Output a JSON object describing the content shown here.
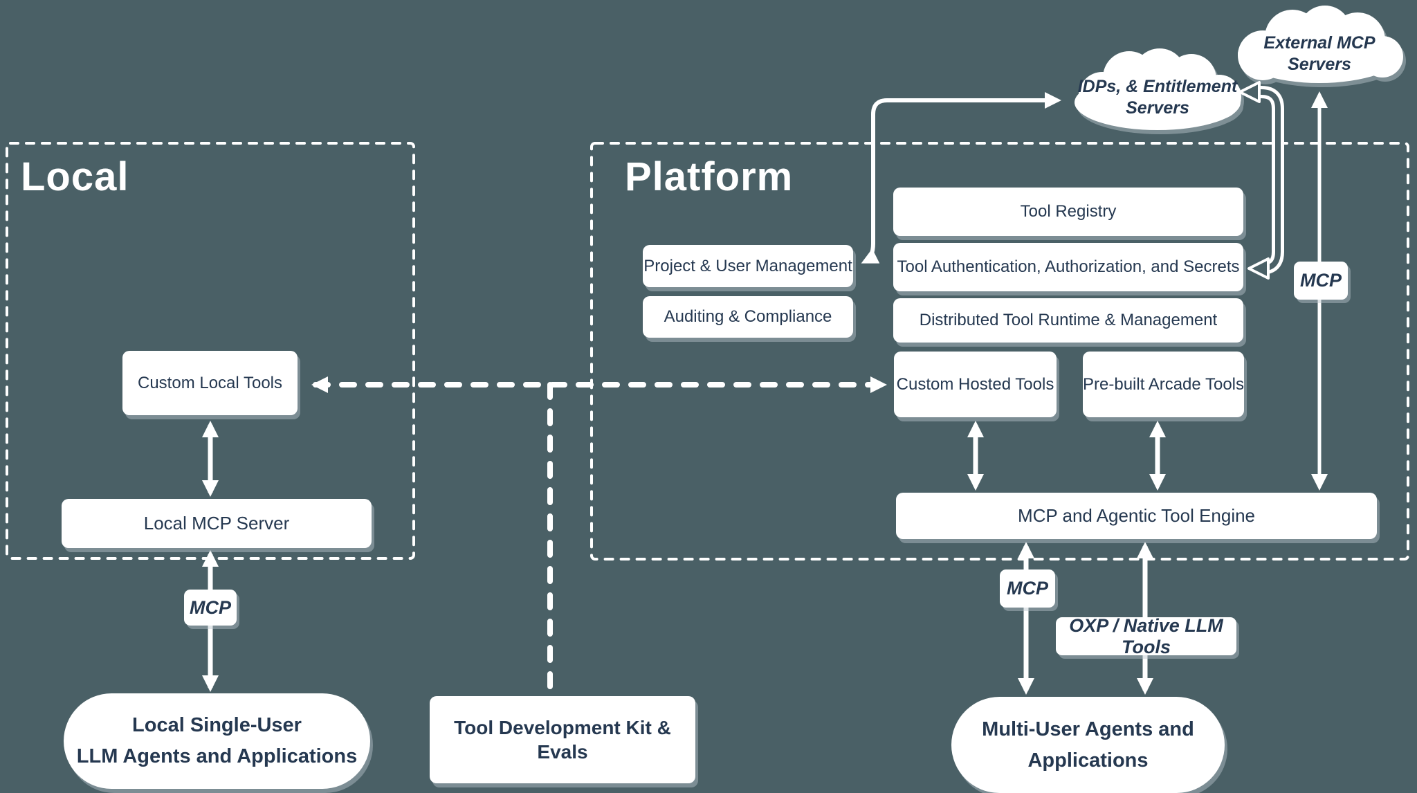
{
  "regions": {
    "local": {
      "label": "Local"
    },
    "platform": {
      "label": "Platform"
    }
  },
  "clouds": {
    "external": {
      "label": "External MCP Servers"
    },
    "idps": {
      "line1": "IDPs, & Entitlement",
      "line2": "Servers"
    }
  },
  "boxes": {
    "tool_registry": {
      "label": "Tool Registry"
    },
    "tool_auth": {
      "label": "Tool Authentication, Authorization, and Secrets"
    },
    "distributed_runtime": {
      "label": "Distributed Tool Runtime & Management"
    },
    "project_user": {
      "label": "Project & User Management"
    },
    "auditing": {
      "label": "Auditing & Compliance"
    },
    "custom_hosted": {
      "label": "Custom Hosted Tools"
    },
    "prebuilt_arcade": {
      "label": "Pre-built Arcade Tools"
    },
    "custom_local": {
      "label": "Custom Local Tools"
    },
    "local_mcp_server": {
      "label": "Local MCP Server"
    },
    "engine": {
      "label": "MCP and Agentic Tool Engine"
    },
    "tdk": {
      "label": "Tool Development Kit & Evals"
    }
  },
  "edge_labels": {
    "mcp_local": {
      "label": "MCP"
    },
    "mcp_platform": {
      "label": "MCP"
    },
    "mcp_external": {
      "label": "MCP"
    },
    "oxp": {
      "label": "OXP / Native LLM Tools"
    }
  },
  "terminals": {
    "local_agents": {
      "line1": "Local Single-User",
      "line2": "LLM Agents and Applications"
    },
    "multi_user_agents": {
      "line1": "Multi-User Agents and",
      "line2": "Applications"
    }
  },
  "colors": {
    "background": "#4a6066",
    "box_text": "#253850",
    "line": "#ffffff"
  }
}
